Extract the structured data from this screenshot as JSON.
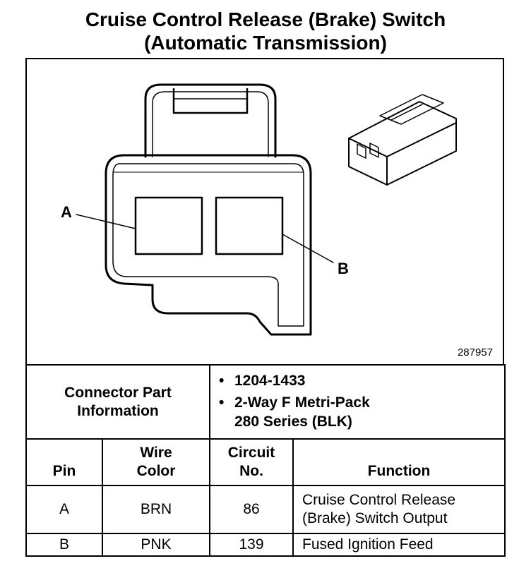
{
  "title": {
    "line1": "Cruise Control Release (Brake) Switch",
    "line2": "(Automatic Transmission)"
  },
  "diagram": {
    "pin_a_label": "A",
    "pin_b_label": "B",
    "figure_number": "287957"
  },
  "connector_info": {
    "label_line1": "Connector Part",
    "label_line2": "Information",
    "items": [
      "1204-1433",
      "2-Way F Metri-Pack",
      "280 Series (BLK)"
    ]
  },
  "table": {
    "headers": {
      "pin": "Pin",
      "wire_color_line1": "Wire",
      "wire_color_line2": "Color",
      "circuit_line1": "Circuit",
      "circuit_line2": "No.",
      "function": "Function"
    },
    "rows": [
      {
        "pin": "A",
        "wire_color": "BRN",
        "circuit": "86",
        "function_line1": "Cruise Control Release",
        "function_line2": "(Brake) Switch Output"
      },
      {
        "pin": "B",
        "wire_color": "PNK",
        "circuit": "139",
        "function_line1": "Fused Ignition Feed",
        "function_line2": ""
      }
    ]
  }
}
